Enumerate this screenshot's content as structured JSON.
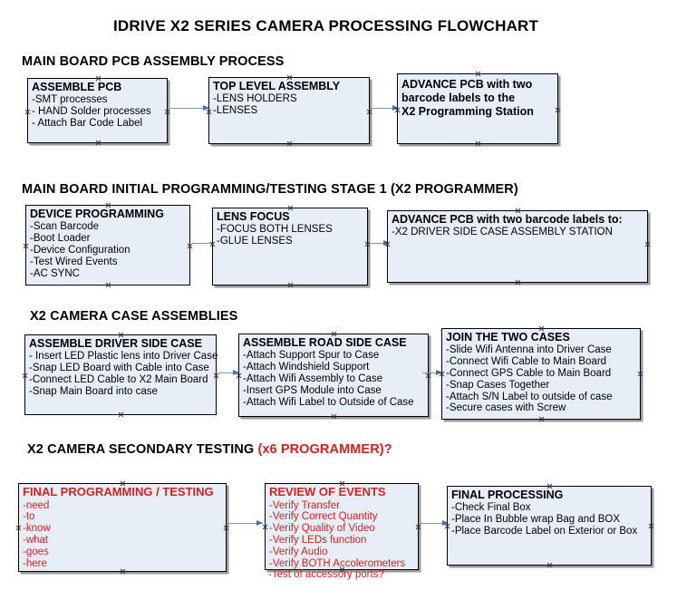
{
  "document": {
    "title": "IDRIVE X2  SERIES CAMERA PROCESSING FLOWCHART",
    "accent_color": "#cf2222",
    "node_fill": "#e8eef7",
    "node_border": "#000000",
    "arrow_color": "#4a6ea9"
  },
  "sections": [
    {
      "id": "main-board-pcb-assembly-process",
      "heading": "MAIN BOARD PCB ASSEMBLY PROCESS",
      "nodes": [
        {
          "id": "assemble-pcb",
          "title": "ASSEMBLE PCB",
          "lines": [
            "-SMT processes",
            "- HAND Solder processes",
            "- Attach Bar Code Label"
          ]
        },
        {
          "id": "top-level-assembly",
          "title": "TOP LEVEL ASSEMBLY",
          "lines": [
            "-LENS HOLDERS",
            "-LENSES"
          ]
        },
        {
          "id": "advance-pcb-programming-station",
          "title": "ADVANCE PCB with two",
          "lines": [
            "barcode labels to the",
            " X2 Programming Station"
          ]
        }
      ]
    },
    {
      "id": "main-board-initial-programming",
      "heading": "MAIN BOARD INITIAL PROGRAMMING/TESTING STAGE 1 (X2 PROGRAMMER)",
      "nodes": [
        {
          "id": "device-programming",
          "title": "DEVICE PROGRAMMING",
          "lines": [
            "-Scan Barcode",
            "-Boot Loader",
            "-Device Configuration",
            "-Test Wired Events",
            "-AC SYNC"
          ]
        },
        {
          "id": "lens-focus",
          "title": "LENS FOCUS",
          "lines": [
            "-FOCUS BOTH LENSES",
            "-GLUE LENSES"
          ]
        },
        {
          "id": "advance-pcb-driver-side-case",
          "title": "ADVANCE PCB with two barcode labels to:",
          "lines": [
            "-X2 DRIVER  SIDE  CASE  ASSEMBLY STATION"
          ]
        }
      ]
    },
    {
      "id": "x2-camera-case-assemblies",
      "heading": "X2 CAMERA CASE ASSEMBLIES",
      "nodes": [
        {
          "id": "assemble-driver-side-case",
          "title": "ASSEMBLE DRIVER SIDE CASE",
          "lines": [
            "- Insert LED Plastic lens into Driver Case",
            "-Snap LED Board with Cable into Case",
            "-Connect LED Cable to X2 Main Board",
            "-Snap Main Board into case"
          ]
        },
        {
          "id": "assemble-road-side-case",
          "title": "ASSEMBLE ROAD SIDE CASE",
          "lines": [
            "-Attach Support Spur to Case",
            "-Attach Windshield Support",
            "-Attach Wifi Assembly to Case",
            "-Insert GPS Module into Case",
            "-Attach Wifi Label to Outside of Case"
          ]
        },
        {
          "id": "join-the-two-cases",
          "title": "JOIN THE TWO CASES",
          "lines": [
            "-Slide Wifi Antenna into Driver Case",
            "-Connect Wifi Cable to Main Board",
            "-Connect GPS Cable to Main Board",
            "-Snap Cases Together",
            "-Attach S/N Label to outside of case",
            "-Secure cases with Screw"
          ]
        }
      ]
    },
    {
      "id": "x2-camera-secondary-testing",
      "heading": "X2 CAMERA SECONDARY TESTING ",
      "heading_accent": "(x6 PROGRAMMER)?",
      "nodes": [
        {
          "id": "final-programming-testing",
          "title": "FINAL PROGRAMMING / TESTING",
          "lines": [
            "-need",
            "-to",
            "-know",
            "-what",
            "-goes",
            "-here"
          ]
        },
        {
          "id": "review-of-events",
          "title": "REVIEW OF EVENTS",
          "lines": [
            "-Verify Transfer",
            "-Verify Correct Quantity",
            "-Verify Quality of Video",
            "-Verify LEDs function",
            "-Verify Audio",
            "-Verify BOTH Accolerometers"
          ],
          "overflow_line": "-Test of accessory ports?"
        },
        {
          "id": "final-processing",
          "title": "FINAL PROCESSING",
          "lines": [
            " -Check Final Box",
            "-Place In Bubble wrap Bag and BOX",
            "-Place Barcode Label on Exterior or Box"
          ]
        }
      ]
    }
  ]
}
